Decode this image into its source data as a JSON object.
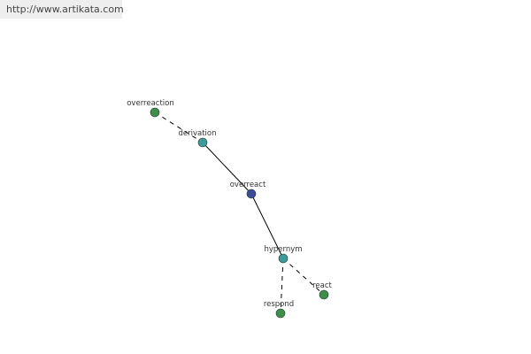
{
  "watermark": {
    "url_text": "http://www.artikata.com"
  },
  "colors": {
    "center_node": "#3b4a9a",
    "relation_node": "#3d9a9a",
    "word_node": "#3f8f4a",
    "edge": "#000000"
  },
  "graph": {
    "nodes": [
      {
        "id": "overreaction",
        "label": "overreaction",
        "kind": "word"
      },
      {
        "id": "derivation",
        "label": "derivation",
        "kind": "relation"
      },
      {
        "id": "overreact",
        "label": "overreact",
        "kind": "center"
      },
      {
        "id": "hypernym",
        "label": "hypernym",
        "kind": "relation"
      },
      {
        "id": "respond",
        "label": "respond",
        "kind": "word"
      },
      {
        "id": "react",
        "label": "react",
        "kind": "word"
      }
    ],
    "edges": [
      {
        "from": "overreaction",
        "to": "derivation",
        "style": "dashed"
      },
      {
        "from": "derivation",
        "to": "overreact",
        "style": "solid"
      },
      {
        "from": "overreact",
        "to": "hypernym",
        "style": "solid"
      },
      {
        "from": "hypernym",
        "to": "respond",
        "style": "dashed"
      },
      {
        "from": "hypernym",
        "to": "react",
        "style": "dashed"
      }
    ]
  }
}
